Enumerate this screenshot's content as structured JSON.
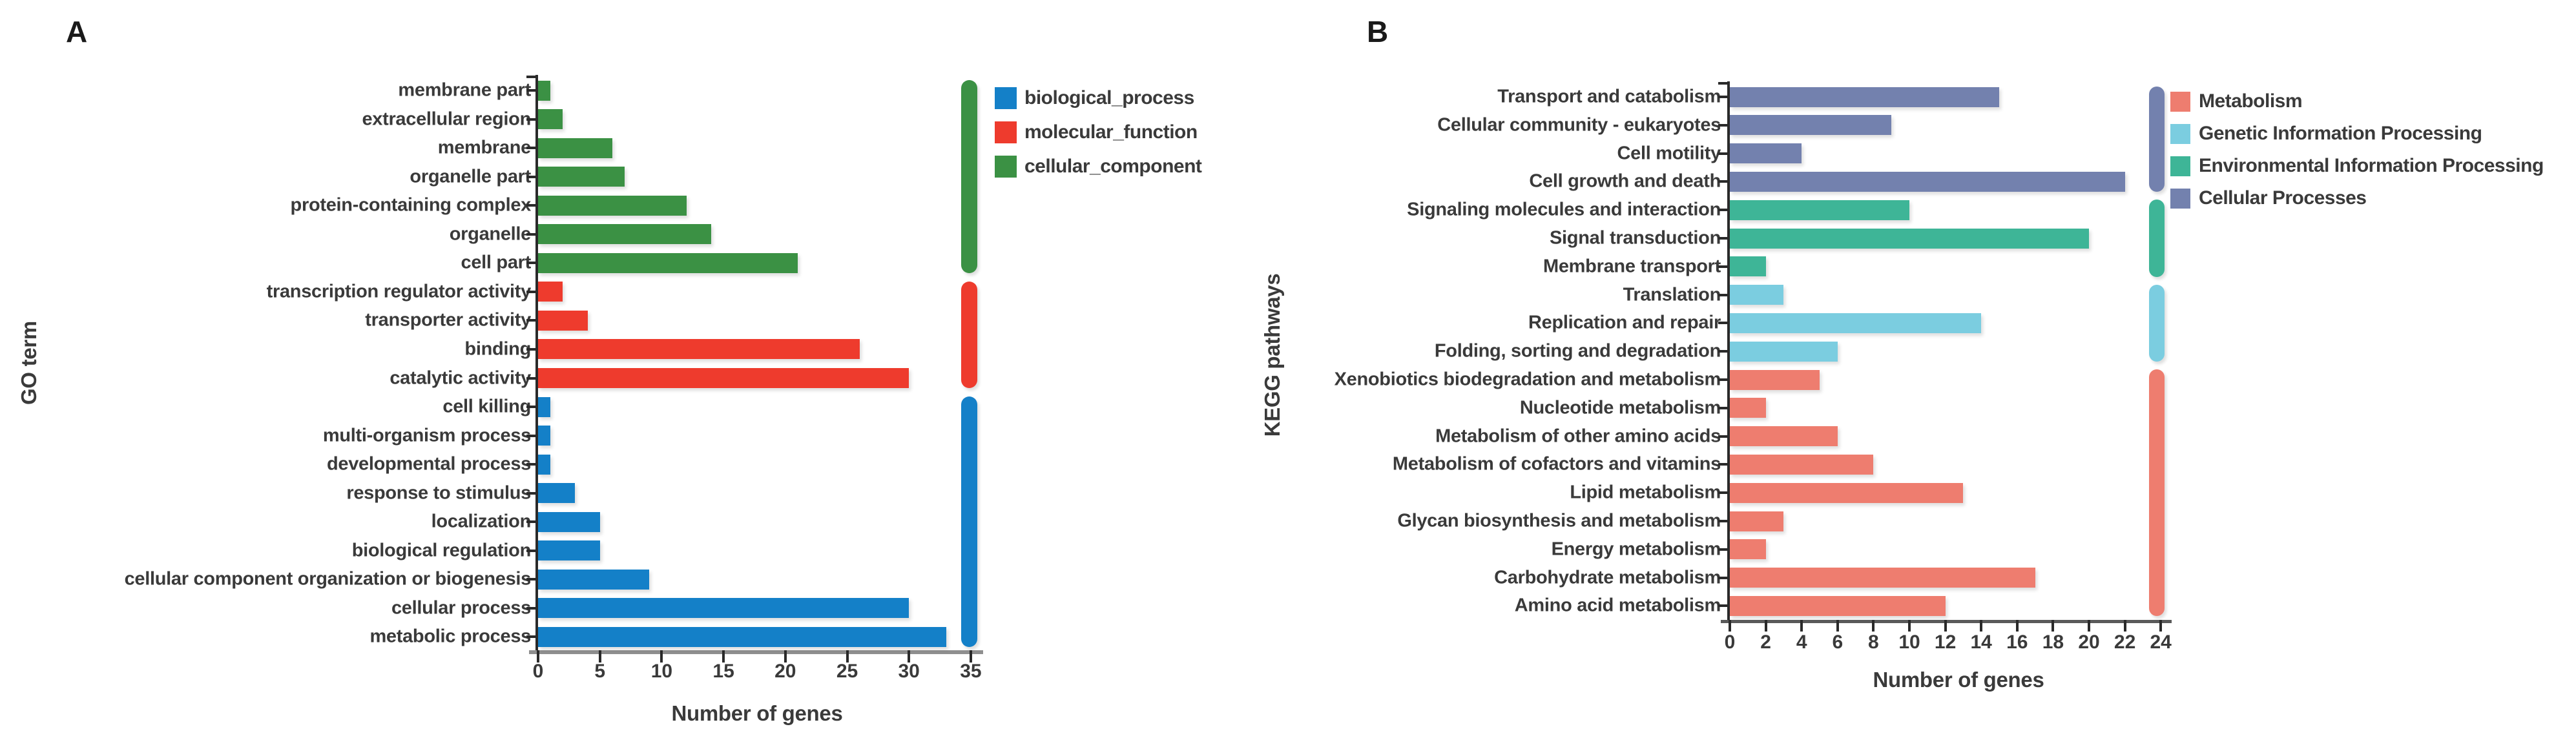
{
  "figure": {
    "background": "#ffffff",
    "text_color": "#3a3a3a"
  },
  "chart_data": [
    {
      "id": "a",
      "panel_label": "A",
      "type": "bar",
      "orientation": "horizontal",
      "title": "",
      "xlabel": "Number of genes",
      "ylabel": "GO term",
      "xlim": [
        0,
        35
      ],
      "xticks": [
        0,
        5,
        10,
        15,
        20,
        25,
        30,
        35
      ],
      "grid": false,
      "legend_position": "right",
      "legend": [
        {
          "label": "biological_process",
          "color": "#1480c8"
        },
        {
          "label": "molecular_function",
          "color": "#ee3b2d"
        },
        {
          "label": "cellular_component",
          "color": "#3b9144"
        }
      ],
      "groups": [
        {
          "name": "cellular_component",
          "color": "#3b9144",
          "items": [
            {
              "label": "membrane part",
              "value": 1
            },
            {
              "label": "extracellular region",
              "value": 2
            },
            {
              "label": "membrane",
              "value": 6
            },
            {
              "label": "organelle part",
              "value": 7
            },
            {
              "label": "protein-containing complex",
              "value": 12
            },
            {
              "label": "organelle",
              "value": 14
            },
            {
              "label": "cell part",
              "value": 21
            }
          ]
        },
        {
          "name": "molecular_function",
          "color": "#ee3b2d",
          "items": [
            {
              "label": "transcription regulator activity",
              "value": 2
            },
            {
              "label": "transporter activity",
              "value": 4
            },
            {
              "label": "binding",
              "value": 26
            },
            {
              "label": "catalytic activity",
              "value": 30
            }
          ]
        },
        {
          "name": "biological_process",
          "color": "#1480c8",
          "items": [
            {
              "label": "cell killing",
              "value": 1
            },
            {
              "label": "multi-organism process",
              "value": 1
            },
            {
              "label": "developmental process",
              "value": 1
            },
            {
              "label": "response to stimulus",
              "value": 3
            },
            {
              "label": "localization",
              "value": 5
            },
            {
              "label": "biological regulation",
              "value": 5
            },
            {
              "label": "cellular component organization or biogenesis",
              "value": 9
            },
            {
              "label": "cellular process",
              "value": 30
            },
            {
              "label": "metabolic process",
              "value": 33
            }
          ]
        }
      ]
    },
    {
      "id": "b",
      "panel_label": "B",
      "type": "bar",
      "orientation": "horizontal",
      "title": "",
      "xlabel": "Number of genes",
      "ylabel": "KEGG pathways",
      "xlim": [
        0,
        24
      ],
      "xticks": [
        0,
        2,
        4,
        6,
        8,
        10,
        12,
        14,
        16,
        18,
        20,
        22,
        24
      ],
      "grid": false,
      "legend_position": "right",
      "legend": [
        {
          "label": "Metabolism",
          "color": "#ee7d6f"
        },
        {
          "label": "Genetic Information Processing",
          "color": "#7bcde0"
        },
        {
          "label": "Environmental Information Processing",
          "color": "#3eb597"
        },
        {
          "label": "Cellular Processes",
          "color": "#7381ae"
        }
      ],
      "groups": [
        {
          "name": "Cellular Processes",
          "color": "#7381ae",
          "items": [
            {
              "label": "Transport and catabolism",
              "value": 15
            },
            {
              "label": "Cellular community - eukaryotes",
              "value": 9
            },
            {
              "label": "Cell motility",
              "value": 4
            },
            {
              "label": "Cell growth and death",
              "value": 22
            }
          ]
        },
        {
          "name": "Environmental Information Processing",
          "color": "#3eb597",
          "items": [
            {
              "label": "Signaling molecules and interaction",
              "value": 10
            },
            {
              "label": "Signal transduction",
              "value": 20
            },
            {
              "label": "Membrane transport",
              "value": 2
            }
          ]
        },
        {
          "name": "Genetic Information Processing",
          "color": "#7bcde0",
          "items": [
            {
              "label": "Translation",
              "value": 3
            },
            {
              "label": "Replication and repair",
              "value": 14
            },
            {
              "label": "Folding, sorting and degradation",
              "value": 6
            }
          ]
        },
        {
          "name": "Metabolism",
          "color": "#ee7d6f",
          "items": [
            {
              "label": "Xenobiotics biodegradation and metabolism",
              "value": 5
            },
            {
              "label": "Nucleotide metabolism",
              "value": 2
            },
            {
              "label": "Metabolism of other amino acids",
              "value": 6
            },
            {
              "label": "Metabolism of cofactors and vitamins",
              "value": 8
            },
            {
              "label": "Lipid metabolism",
              "value": 13
            },
            {
              "label": "Glycan biosynthesis and metabolism",
              "value": 3
            },
            {
              "label": "Energy metabolism",
              "value": 2
            },
            {
              "label": "Carbohydrate metabolism",
              "value": 17
            },
            {
              "label": "Amino acid metabolism",
              "value": 12
            }
          ]
        }
      ]
    }
  ]
}
